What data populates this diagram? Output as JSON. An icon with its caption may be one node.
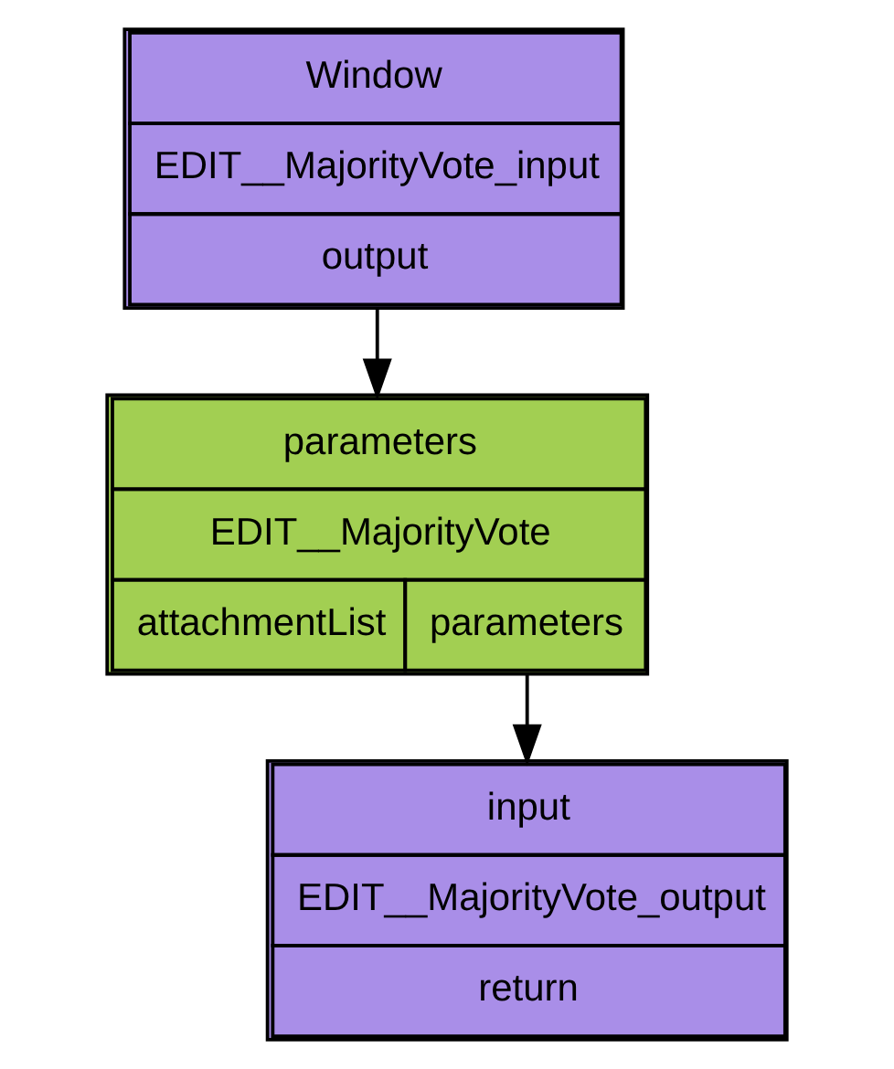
{
  "diagram": {
    "nodes": [
      {
        "text": [
          "Window",
          "EDIT__MajorityVote_input",
          "output"
        ]
      },
      {
        "text": [
          "parameters",
          "EDIT__MajorityVote",
          "attachmentList",
          "parameters"
        ]
      },
      {
        "text": [
          "input",
          "EDIT__MajorityVote_output",
          "return"
        ]
      }
    ],
    "edges": [
      {
        "from": 0,
        "to": 1,
        "arrow": "to"
      },
      {
        "from": 1,
        "to": 2,
        "arrow": "to"
      }
    ]
  }
}
